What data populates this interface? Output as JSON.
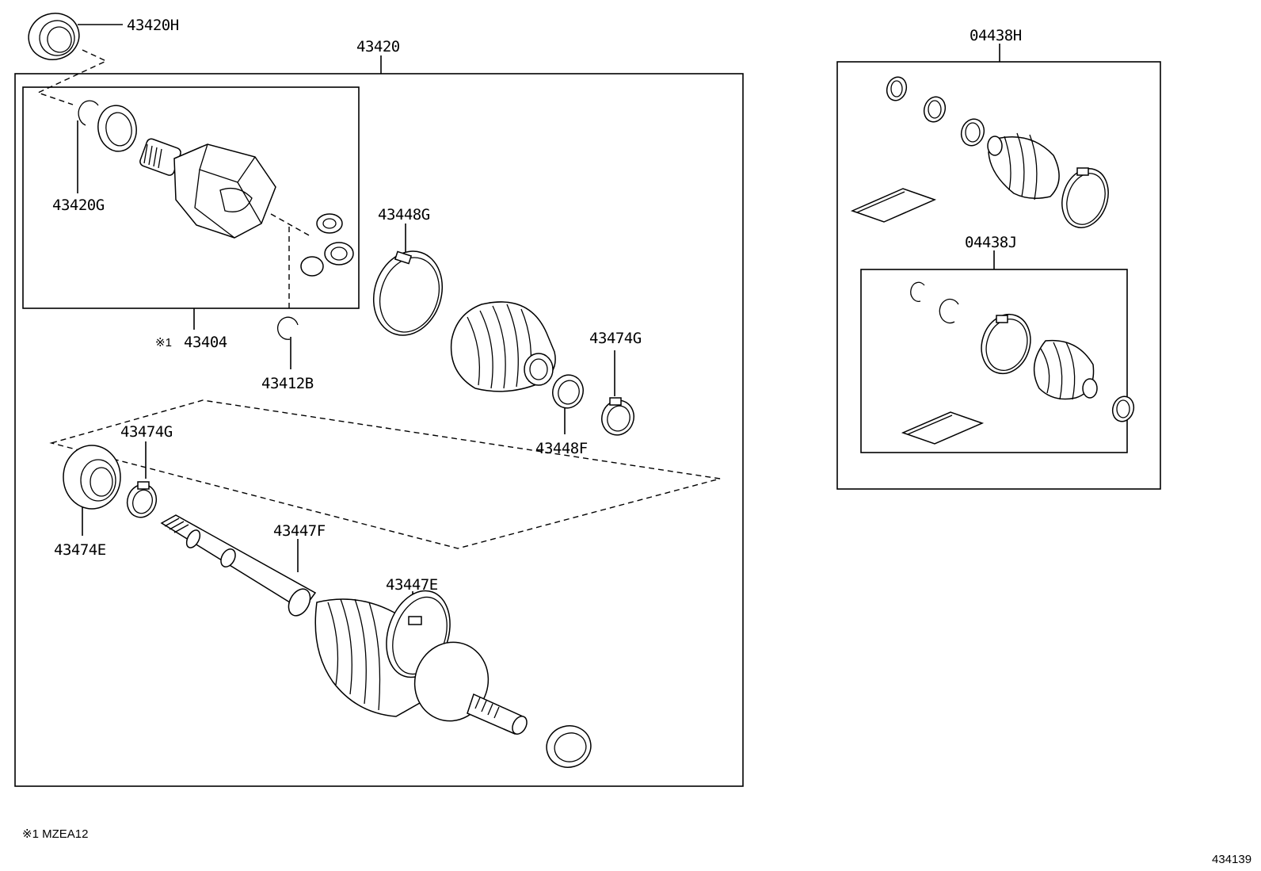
{
  "labels": {
    "p43420H": "43420H",
    "p43420": "43420",
    "p43420G": "43420G",
    "p43404": "43404",
    "mark1": "※1",
    "p43412B": "43412B",
    "p43448G": "43448G",
    "p43474G_a": "43474G",
    "p43448F": "43448F",
    "p43474G_b": "43474G",
    "p43474E": "43474E",
    "p43447F": "43447F",
    "p43447E": "43447E",
    "p04438H": "04438H",
    "p04438J": "04438J"
  },
  "footnote": "※1 MZEA12",
  "diagram_id": "434139"
}
